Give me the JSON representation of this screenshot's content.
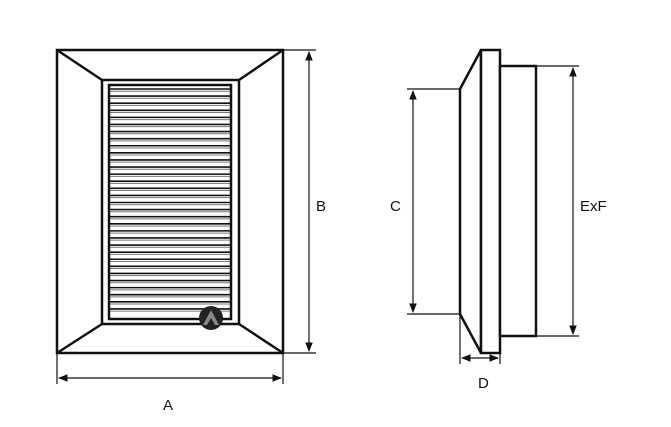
{
  "labels": {
    "width": "A",
    "height": "B",
    "inner_height": "C",
    "depth": "D",
    "duct_size": "ExF"
  },
  "louver_count": 32,
  "colors": {
    "line": "#111111",
    "louver_gray": "#777777",
    "fan_badge": "#222222"
  }
}
